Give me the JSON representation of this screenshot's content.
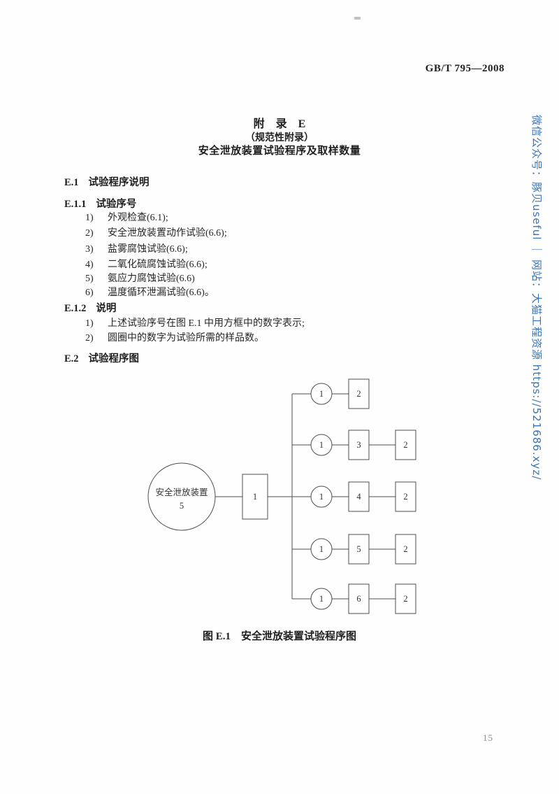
{
  "document": {
    "standard_number": "GB/T 795—2008",
    "page_number": "15",
    "watermark": "微信公众号：豚贝useful ｜ 网站：大猫工程资源 https://521686.xyz/"
  },
  "appendix_title": {
    "line1": "附　录　E",
    "line2": "（规范性附录）",
    "line3": "安全泄放装置试验程序及取样数量"
  },
  "section_e1": {
    "id": "E.1",
    "title": "试验程序说明"
  },
  "section_e11": {
    "id": "E.1.1",
    "title": "试验序号",
    "items": [
      {
        "num": "1)",
        "text": "外观检查(6.1);"
      },
      {
        "num": "2)",
        "text": "安全泄放装置动作试验(6.6);"
      },
      {
        "num": "3)",
        "text": "盐雾腐蚀试验(6.6);"
      },
      {
        "num": "4)",
        "text": "二氧化硫腐蚀试验(6.6);"
      },
      {
        "num": "5)",
        "text": "氨应力腐蚀试验(6.6)"
      },
      {
        "num": "6)",
        "text": "温度循环泄漏试验(6.6)。"
      }
    ]
  },
  "section_e12": {
    "id": "E.1.2",
    "title": "说明",
    "items": [
      {
        "num": "1)",
        "text": "上述试验序号在图 E.1 中用方框中的数字表示;"
      },
      {
        "num": "2)",
        "text": "圆圈中的数字为试验所需的样品数。"
      }
    ]
  },
  "section_e2": {
    "id": "E.2",
    "title": "试验程序图"
  },
  "figure": {
    "caption": "图 E.1　安全泄放装置试验程序图",
    "source_label": "安全泄放装置",
    "source_sample_count": "5",
    "root_step": "1",
    "branches": [
      {
        "sample_count": "1",
        "step1": "2"
      },
      {
        "sample_count": "1",
        "step1": "3",
        "step2": "2"
      },
      {
        "sample_count": "1",
        "step1": "4",
        "step2": "2"
      },
      {
        "sample_count": "1",
        "step1": "5",
        "step2": "2"
      },
      {
        "sample_count": "1",
        "step1": "6",
        "step2": "2"
      }
    ]
  }
}
